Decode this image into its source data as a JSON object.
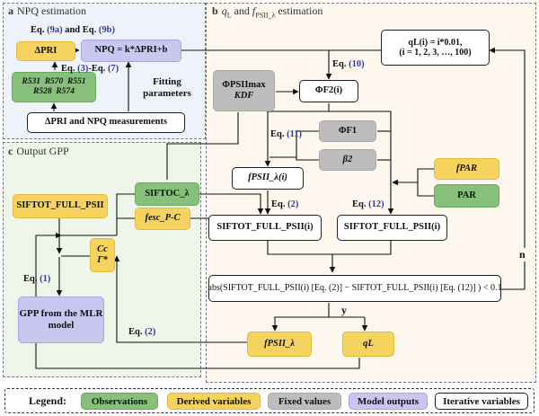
{
  "panels": {
    "a": {
      "letter": "a",
      "title": "NPQ estimation"
    },
    "b": {
      "letter": "b",
      "title_prefix": "q",
      "title_sub1": "L",
      "title_mid": " and ",
      "title_f": "f",
      "title_sub2": "PSII_λ",
      "title_suffix": " estimation"
    },
    "c": {
      "letter": "c",
      "title": "Output GPP"
    }
  },
  "nodes": {
    "dpri": "ΔPRI",
    "npq_eq": "NPQ = k*ΔPRI+b",
    "r_bands": {
      "r531": "R531",
      "r570": "R570",
      "r551": "R551",
      "r528": "R528",
      "r574": "R574"
    },
    "fitting": "Fitting parameters",
    "measure": "ΔPRI and NPQ measurements",
    "phi_psii_max": "ΦPSIImax",
    "k_df": "KDF",
    "ql_iter_line1": "qL(i) = i*0.01,",
    "ql_iter_line2": "(i = 1, 2, 3, …, 100)",
    "phi_f2": "ΦF2(i)",
    "phi_f1": "ΦF1",
    "beta2": "β2",
    "f_psii_lambda": "fPSII_λ(i)",
    "f_par": "fPAR",
    "par": "PAR",
    "sif_toc": "SIFTOC_λ",
    "f_esc": "fesc_P-C",
    "sif_tot_out": "SIFTOT_FULL_PSII",
    "cc": "Cc",
    "gamma": "Γ*",
    "sif_eq2": "SIFTOT_FULL_PSII(i)",
    "sif_eq12": "SIFTOT_FULL_PSII(i)",
    "convergence": "abs(SIFTOT_FULL_PSII(i) [Eq. (2)] − SIFTOT_FULL_PSII(i) [Eq. (12)] ) < 0.1",
    "gpp": "GPP from the MLR model",
    "f_psii_out": "fPSII_λ",
    "ql_out": "qL"
  },
  "edge_labels": {
    "eq9": {
      "pre": "Eq. ",
      "a": "(9a)",
      "mid": " and Eq. ",
      "b": "(9b)"
    },
    "eq3_7": {
      "pre": "Eq. ",
      "a": "(3)",
      "mid": "-Eq. ",
      "b": "(7)"
    },
    "eq10": {
      "pre": "Eq. ",
      "a": "(10)"
    },
    "eq11": {
      "pre": "Eq. ",
      "a": "(11)"
    },
    "eq2a": {
      "pre": "Eq. ",
      "a": "(2)"
    },
    "eq12": {
      "pre": "Eq. ",
      "a": "(12)"
    },
    "eq1": {
      "pre": "Eq. ",
      "a": "(1)"
    },
    "eq2b": {
      "pre": "Eq. ",
      "a": "(2)"
    },
    "yes": "y",
    "no": "n"
  },
  "legend": {
    "title": "Legend:",
    "items": [
      {
        "label": "Observations",
        "kind": "obs"
      },
      {
        "label": "Derived variables",
        "kind": "der"
      },
      {
        "label": "Fixed values",
        "kind": "fix"
      },
      {
        "label": "Model outputs",
        "kind": "mod"
      },
      {
        "label": "Iterative variables",
        "kind": "itr"
      }
    ]
  },
  "colors": {
    "observations": "#86c07a",
    "derived": "#f6d35f",
    "fixed": "#bdbdbd",
    "model_outputs": "#c9c6ef",
    "iterative": "#ffffff",
    "panel_a_bg": "#eef3fb",
    "panel_b_bg": "#fdf7ee",
    "panel_c_bg": "#eef6e9",
    "equation_number": "#2f3a9c"
  }
}
